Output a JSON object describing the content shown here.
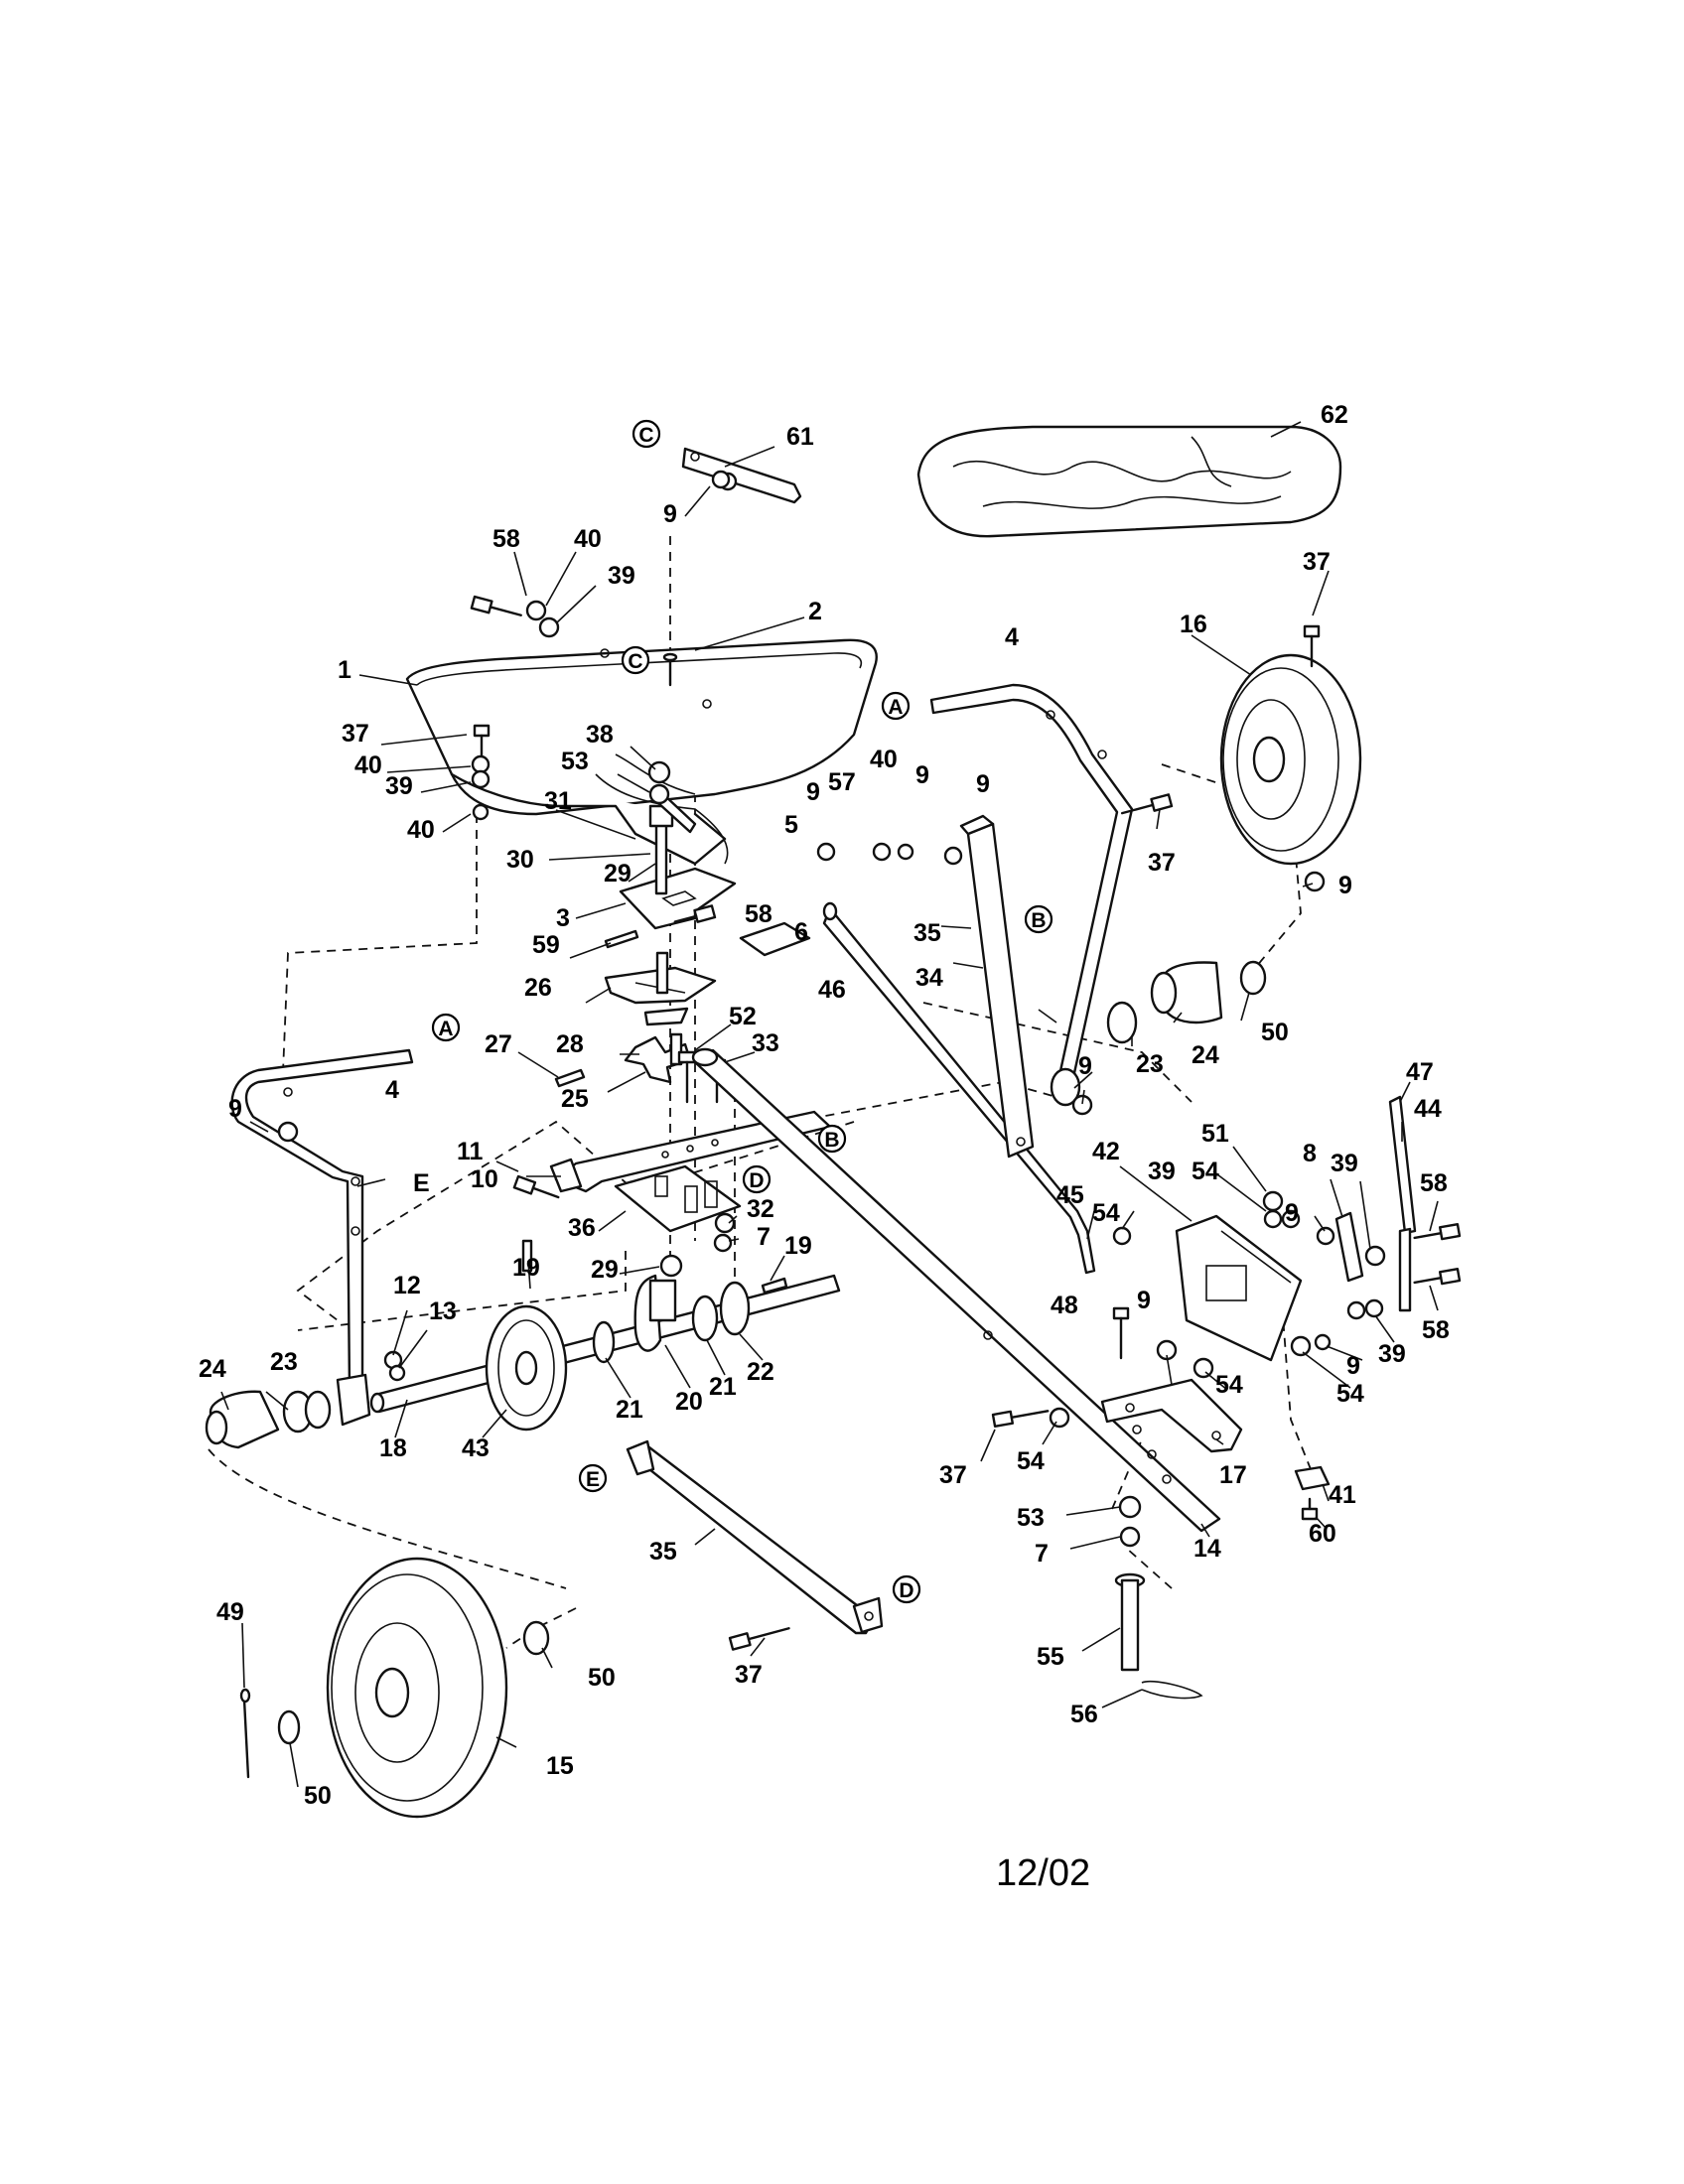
{
  "date_code": "12/02",
  "callouts": [
    "1",
    "2",
    "3",
    "4",
    "5",
    "6",
    "7",
    "8",
    "9",
    "10",
    "11",
    "12",
    "13",
    "14",
    "15",
    "16",
    "17",
    "18",
    "19",
    "20",
    "21",
    "22",
    "23",
    "24",
    "25",
    "26",
    "27",
    "28",
    "29",
    "30",
    "31",
    "32",
    "33",
    "34",
    "35",
    "36",
    "37",
    "38",
    "39",
    "40",
    "41",
    "42",
    "43",
    "44",
    "45",
    "46",
    "47",
    "48",
    "49",
    "50",
    "51",
    "52",
    "53",
    "54",
    "55",
    "56",
    "57",
    "58",
    "59",
    "60",
    "61",
    "62"
  ],
  "reference_letters": [
    "A",
    "B",
    "C",
    "D",
    "E"
  ]
}
